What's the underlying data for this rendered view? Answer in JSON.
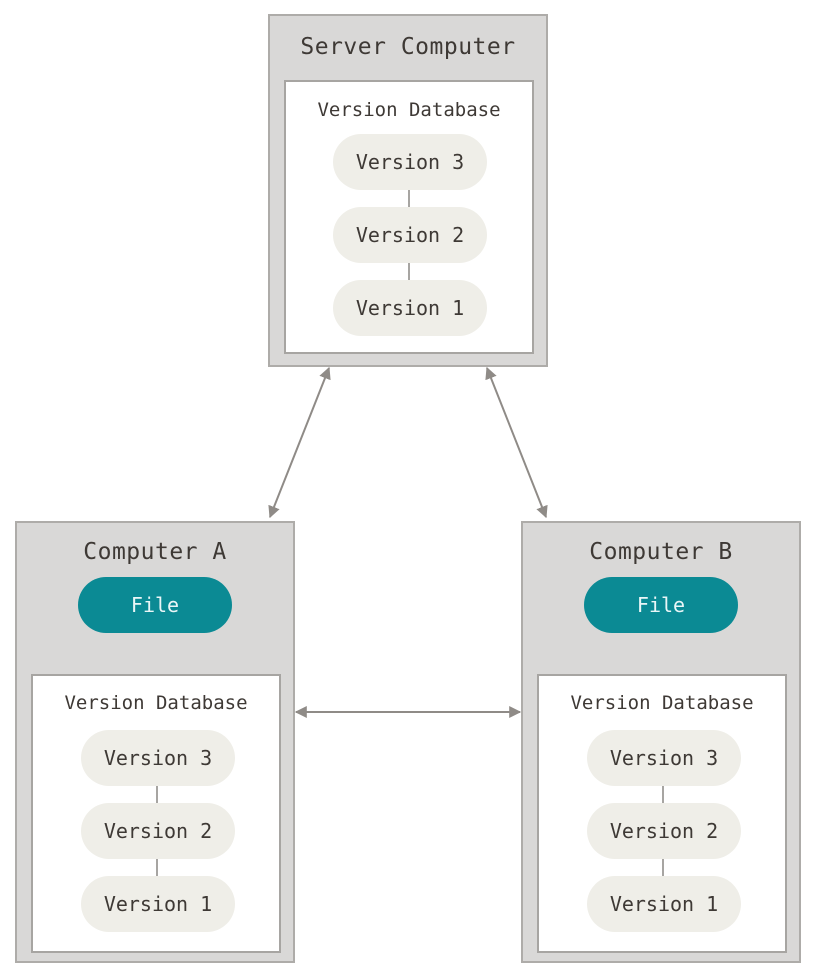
{
  "server": {
    "title": "Server Computer",
    "db_title": "Version Database",
    "versions": [
      "Version 3",
      "Version 2",
      "Version 1"
    ]
  },
  "computer_a": {
    "title": "Computer A",
    "file_label": "File",
    "db_title": "Version Database",
    "versions": [
      "Version 3",
      "Version 2",
      "Version 1"
    ]
  },
  "computer_b": {
    "title": "Computer B",
    "file_label": "File",
    "db_title": "Version Database",
    "versions": [
      "Version 3",
      "Version 2",
      "Version 1"
    ]
  },
  "colors": {
    "file_fill": "#0b8a94",
    "version_fill": "#efeee8",
    "computer_fill": "#d9d8d7",
    "arrow": "#8f8b87"
  }
}
